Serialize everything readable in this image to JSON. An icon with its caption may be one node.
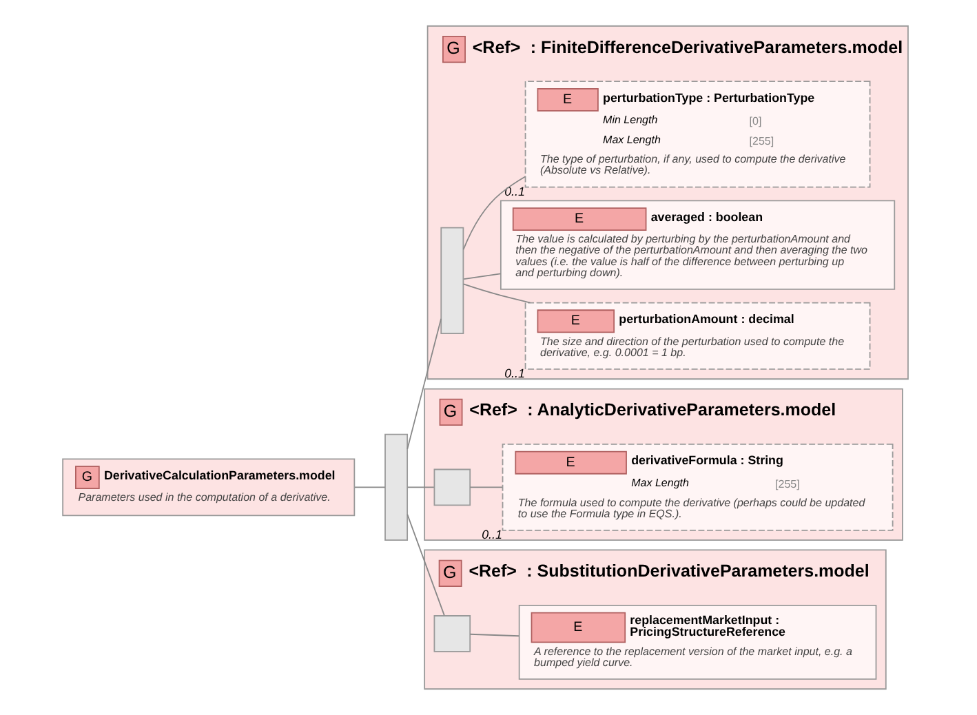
{
  "diagram": {
    "nodes": [
      {
        "text": [
          "G",
          "<Ref>",
          ": FiniteDifferenceDerivativeParameters.model"
        ]
      },
      {
        "text": [],
        "shape": "bar",
        "in": 0
      },
      {
        "text": [
          "E",
          "perturbationAmount : decimal",
          "The size and direction of the perturbation used to compute the derivative, e.g. 0.0001 = 1 bp."
        ],
        "in": 0,
        "beside": [
          "0..1"
        ]
      },
      {
        "text": [
          "E",
          "averaged : boolean",
          "The value is calculated by perturbing by the perturbationAmount and then the negative of the perturbationAmount and then averaging the two values (i.e. the value is half of the difference between perturbing up and perturbing down)."
        ],
        "in": 0
      },
      {
        "text": [
          "E",
          "perturbationType : PerturbationType",
          "Min Length",
          "[0]",
          "Max Length",
          "[255]",
          "The type of perturbation, if any, used to compute the derivative (Absolute vs Relative)."
        ],
        "in": 0,
        "beside": [
          "0..1"
        ]
      },
      {
        "text": [
          "G",
          "<Ref>",
          ": AnalyticDerivativeParameters.model"
        ]
      },
      {
        "text": [],
        "shape": "box",
        "in": 5
      },
      {
        "text": [
          "E",
          "derivativeFormula : String",
          "Max Length",
          "[255]",
          "The formula used to compute the derivative (perhaps could be updated to use the Formula type in EQS.)."
        ],
        "in": 5,
        "beside": [
          "0..1"
        ]
      },
      {
        "text": [
          "G",
          "<Ref>",
          ": SubstitutionDerivativeParameters.model"
        ]
      },
      {
        "text": [],
        "shape": "box",
        "in": 8
      },
      {
        "text": [
          "E",
          "replacementMarketInput : PricingStructureReference",
          "A reference to the replacement version of the market input, e.g. a bumped yield curve."
        ],
        "in": 8
      },
      {
        "text": [
          "G",
          "DerivativeCalculationParameters.model",
          "Parameters used in the computation of a derivative."
        ]
      },
      {
        "text": [],
        "shape": "bar"
      }
    ],
    "edges": [
      {
        "from": 11,
        "to": 12,
        "arrow": "none"
      },
      {
        "from": 12,
        "to": 1,
        "arrow": "none"
      },
      {
        "from": 12,
        "to": 6,
        "arrow": "none"
      },
      {
        "from": 12,
        "to": 9,
        "arrow": "none"
      },
      {
        "from": 1,
        "to": 2,
        "arrow": "none"
      },
      {
        "from": 1,
        "to": 3,
        "arrow": "none"
      },
      {
        "from": 1,
        "to": 4,
        "arrow": "none"
      },
      {
        "from": 6,
        "to": 7,
        "arrow": "none"
      },
      {
        "from": 9,
        "to": 10,
        "arrow": "none"
      }
    ]
  }
}
